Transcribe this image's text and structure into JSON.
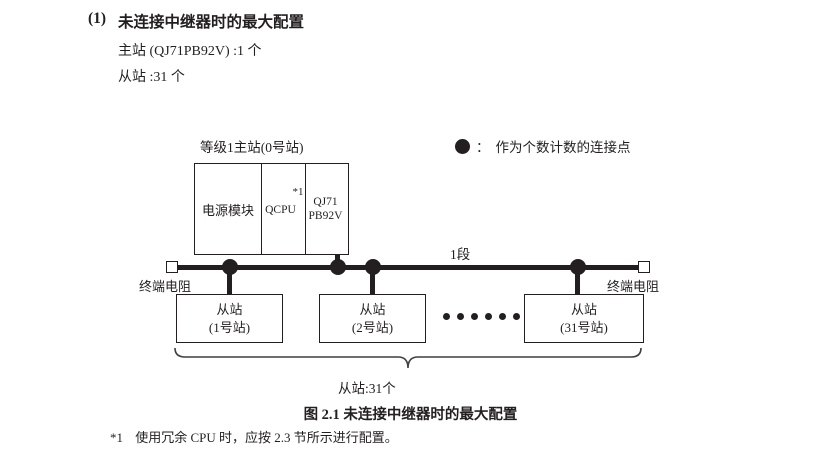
{
  "heading": {
    "number": "(1)",
    "title": "未连接中继器时的最大配置",
    "spec_master": "主站 (QJ71PB92V) :1 个",
    "spec_slave": "从站 :31 个"
  },
  "legend": {
    "dot_icon": "filled-circle-icon",
    "separator": "：",
    "text": "作为个数计数的连接点"
  },
  "diagram": {
    "master": {
      "caption": "等级1主站(0号站)",
      "modules": [
        {
          "label": "电源模块"
        },
        {
          "label": "QCPU",
          "footnote_mark": "*1"
        },
        {
          "line1": "QJ71",
          "line2": "PB92V"
        }
      ]
    },
    "bus": {
      "segment_label": "1段",
      "terminator_left_label": "终端电阻",
      "terminator_right_label": "终端电阻",
      "connection_dots": 4
    },
    "slaves": [
      {
        "name": "从站",
        "number": "(1号站)"
      },
      {
        "name": "从站",
        "number": "(2号站)"
      },
      {
        "name": "从站",
        "number": "(31号站)"
      }
    ],
    "ellipsis_dots": 6,
    "brace_label": "从站:31个"
  },
  "caption": "图 2.1  未连接中继器时的最大配置",
  "footnote": {
    "mark": "*1",
    "text": "使用冗余 CPU 时，应按 2.3 节所示进行配置。"
  },
  "colors": {
    "ink": "#231f20",
    "background": "#ffffff"
  }
}
